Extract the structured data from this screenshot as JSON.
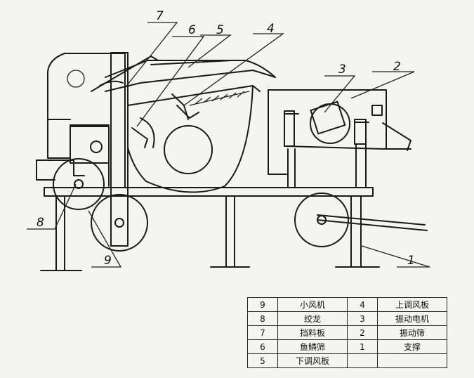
{
  "callouts": [
    "7",
    "6",
    "5",
    "4",
    "3",
    "2",
    "8",
    "9",
    "1"
  ],
  "legend": [
    {
      "no_a": "9",
      "name_a": "小风机",
      "no_b": "4",
      "name_b": "上调风板"
    },
    {
      "no_a": "8",
      "name_a": "绞龙",
      "no_b": "3",
      "name_b": "振动电机"
    },
    {
      "no_a": "7",
      "name_a": "挡料板",
      "no_b": "2",
      "name_b": "振动筛"
    },
    {
      "no_a": "6",
      "name_a": "鱼鳞筛",
      "no_b": "1",
      "name_b": "支撑"
    },
    {
      "no_a": "5",
      "name_a": "下调风板",
      "no_b": "",
      "name_b": ""
    }
  ]
}
